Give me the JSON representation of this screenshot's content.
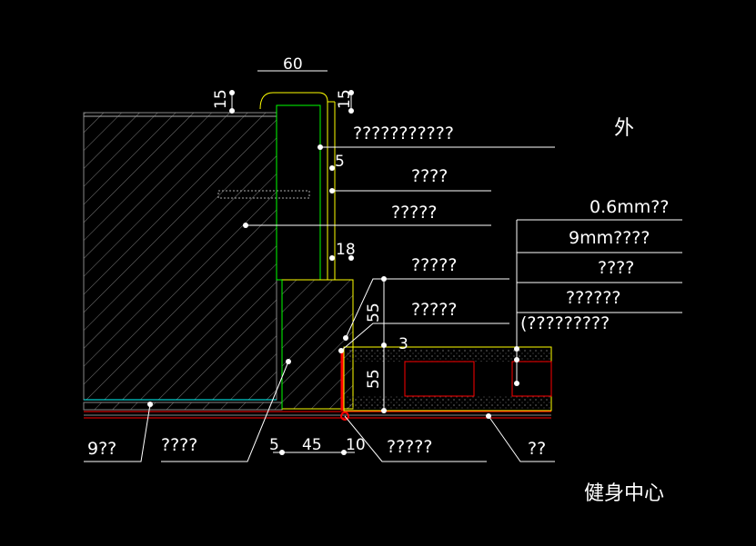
{
  "labels": {
    "outside": "外",
    "l1": "???????????",
    "l2": "????",
    "l3": "?????",
    "l4": "?????",
    "l5": "?????",
    "r1": "0.6mm??",
    "r2": "9mm????",
    "r3": "????",
    "r4": "??????",
    "r5": "(?????????",
    "b1": "9??",
    "b2": "????",
    "b3": "?????",
    "b4": "??",
    "title": "健身中心"
  },
  "dimensions": {
    "d60": "60",
    "d15a": "15",
    "d15b": "15",
    "d5a": "5",
    "d18": "18",
    "d55a": "55",
    "d3": "3",
    "d55b": "55",
    "d5b": "5",
    "d45": "45",
    "d10": "10"
  },
  "colors": {
    "line": "#ffffff",
    "wall": "#808080",
    "yellow": "#ffff00",
    "green": "#00ff00",
    "red": "#ff0000",
    "cyan": "#00ffff"
  }
}
